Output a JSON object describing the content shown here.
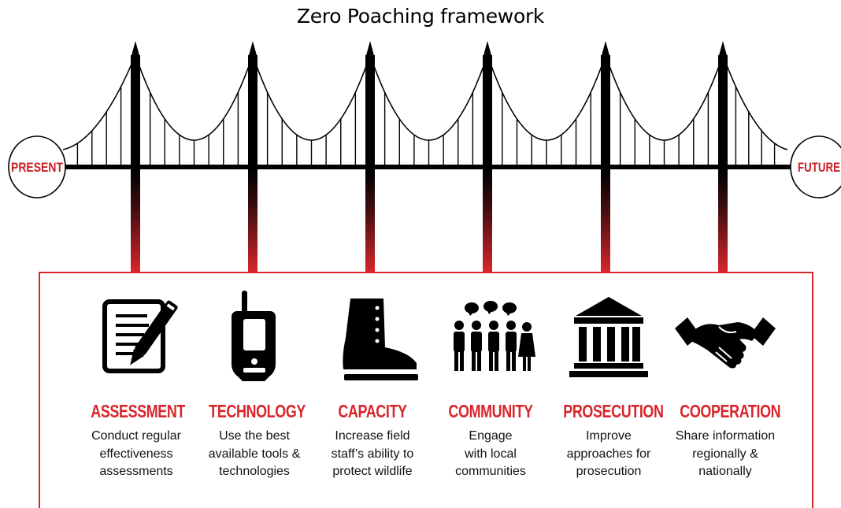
{
  "title": "Zero Poaching framework",
  "bridge": {
    "start_label": "PRESENT",
    "end_label": "FUTURE"
  },
  "pillars": [
    {
      "name": "ASSESSMENT",
      "description": "Conduct regular\neffectiveness\nassessments",
      "icon": "document-pen-icon"
    },
    {
      "name": "TECHNOLOGY",
      "description": "Use the best\navailable tools &\ntechnologies",
      "icon": "gps-device-icon"
    },
    {
      "name": "CAPACITY",
      "description": "Increase field\nstaff’s ability to\nprotect wildlife",
      "icon": "boot-icon"
    },
    {
      "name": "COMMUNITY",
      "description": "Engage\nwith local\ncommunities",
      "icon": "people-group-icon"
    },
    {
      "name": "PROSECUTION",
      "description": "Improve\napproaches for\nprosecution",
      "icon": "courthouse-icon"
    },
    {
      "name": "COOPERATION",
      "description": "Share information\nregionally &\nnationally",
      "icon": "handshake-icon"
    }
  ],
  "colors": {
    "accent": "#d9262c",
    "ink": "#000000"
  }
}
